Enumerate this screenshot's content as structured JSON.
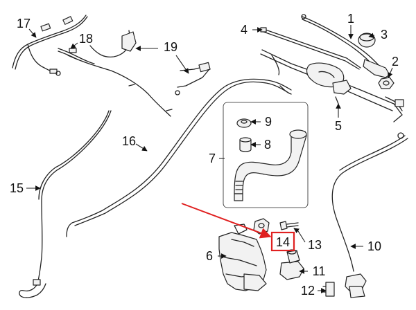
{
  "callouts": {
    "c1": "1",
    "c2": "2",
    "c3": "3",
    "c4": "4",
    "c5": "5",
    "c6": "6",
    "c7": "7",
    "c8": "8",
    "c9": "9",
    "c10": "10",
    "c11": "11",
    "c12": "12",
    "c13": "13",
    "c14": "14",
    "c15": "15",
    "c16": "16",
    "c17": "17",
    "c18": "18",
    "c19": "19"
  },
  "highlighted_part": "14",
  "colors": {
    "highlight": "#e02020",
    "line": "#222222",
    "background": "#ffffff"
  }
}
